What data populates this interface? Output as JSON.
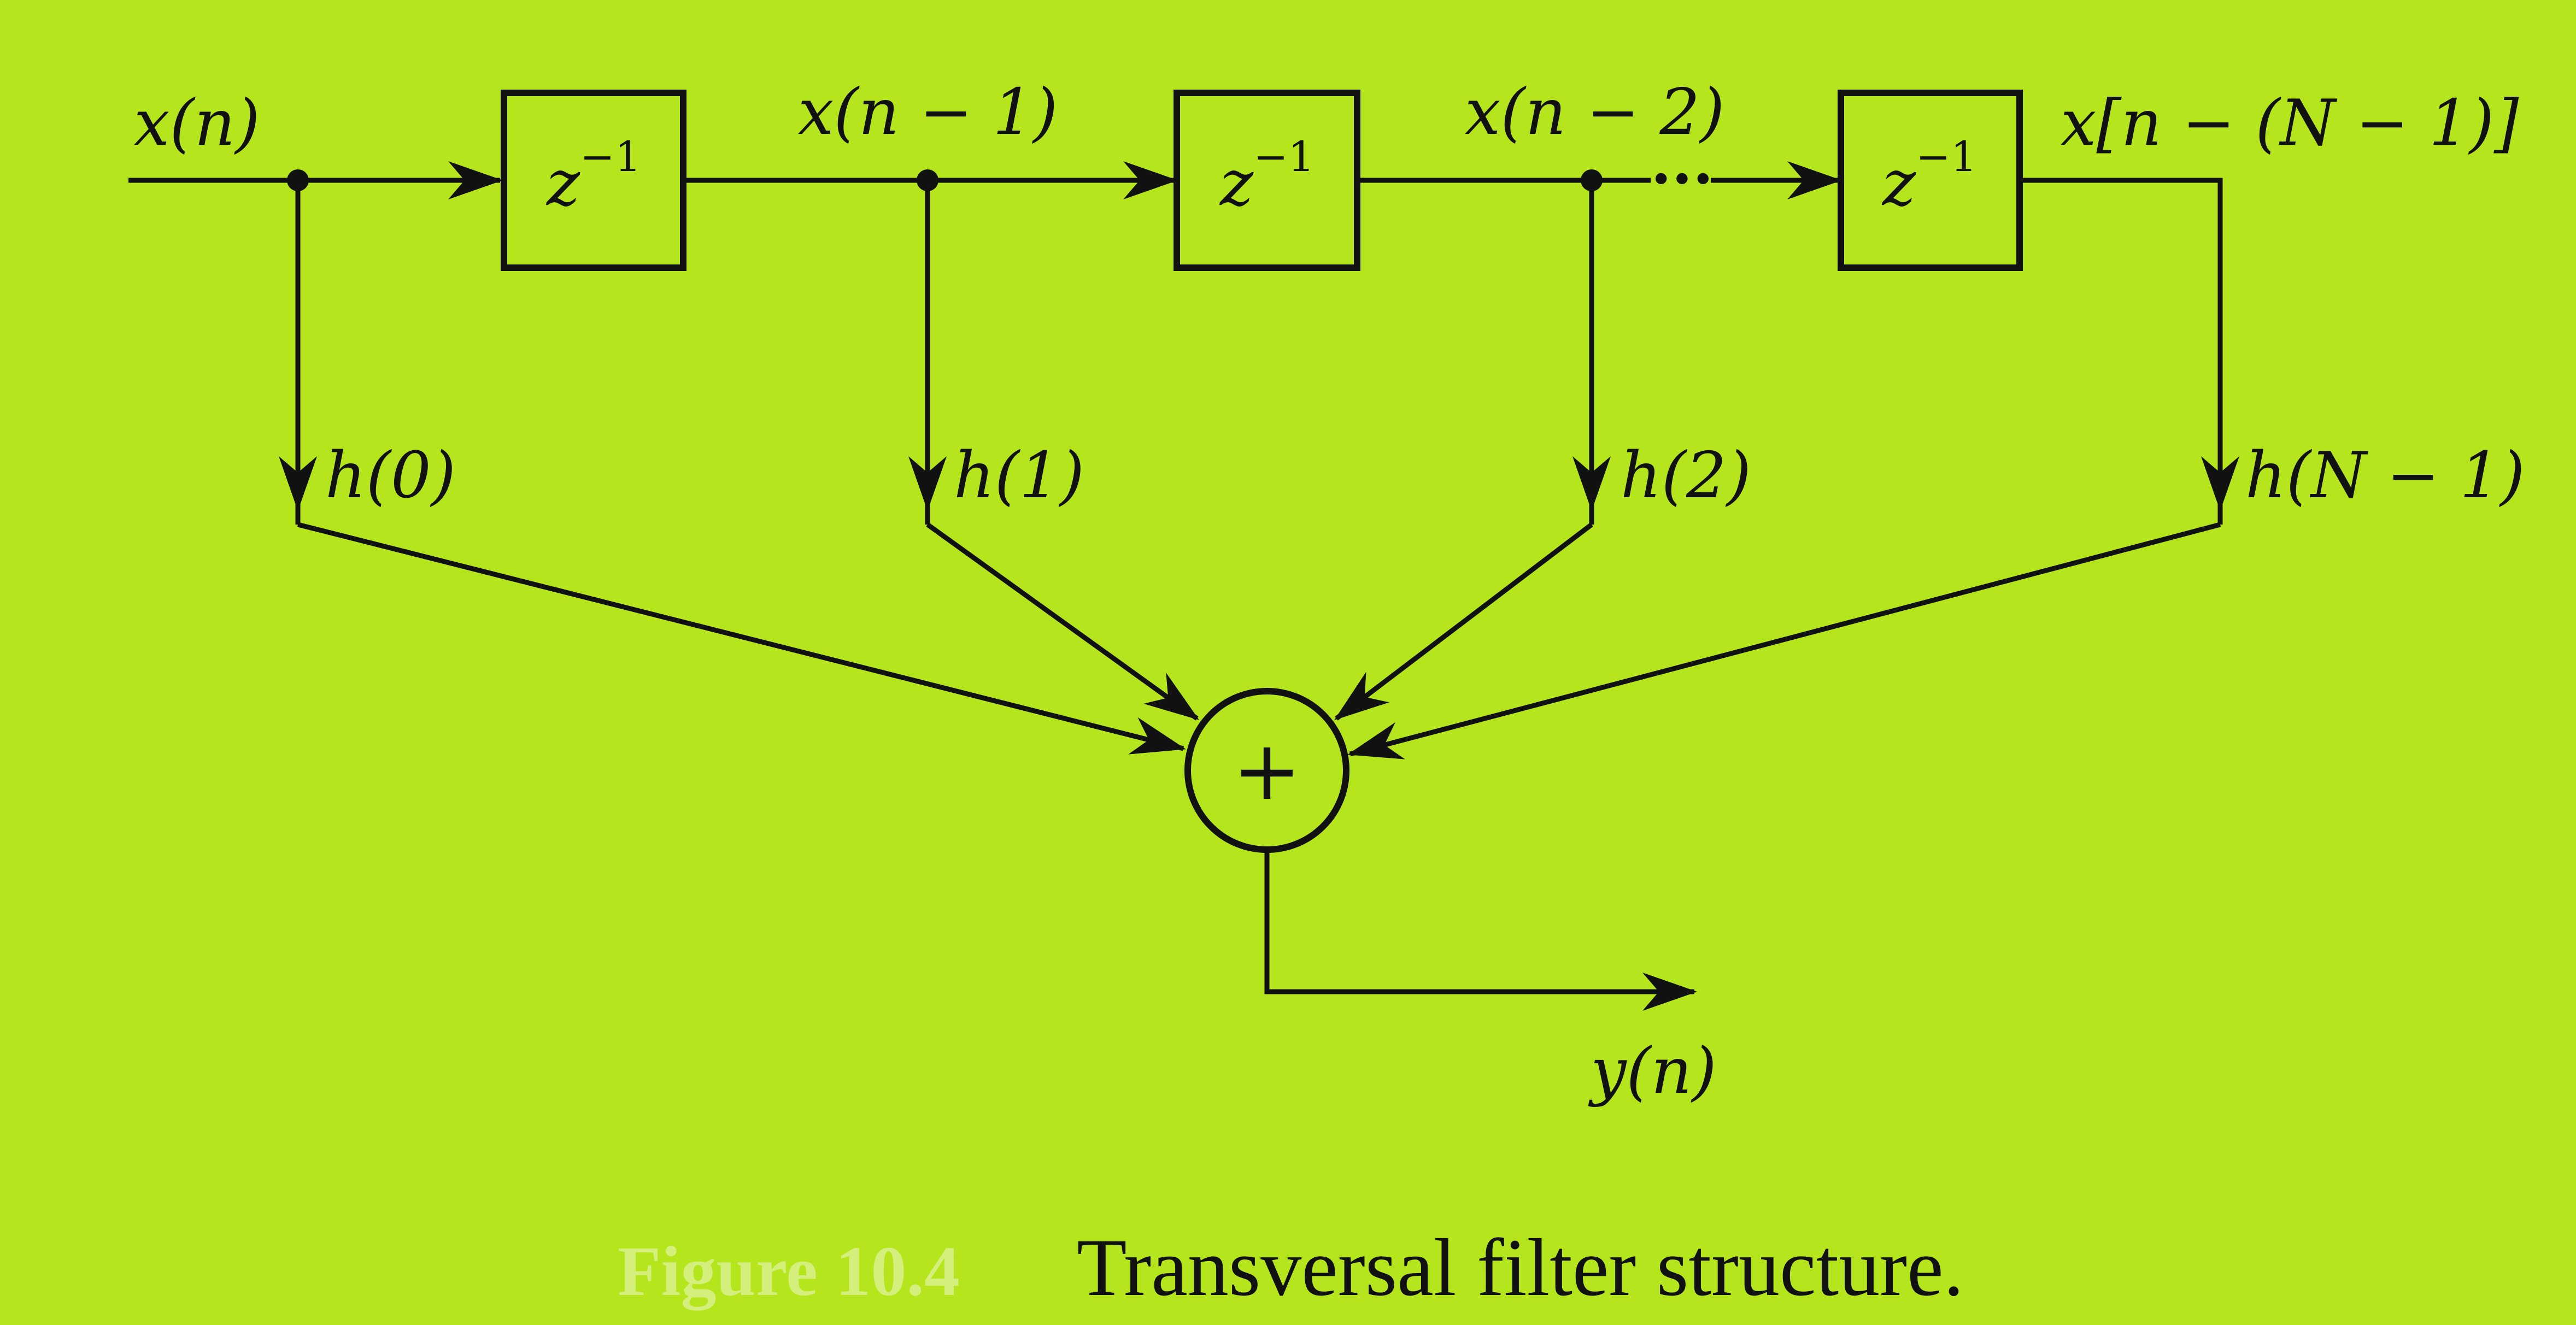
{
  "colors": {
    "background": "#b5e61d",
    "ink": "#111111"
  },
  "diagram": {
    "input_label": "x(n)",
    "delay_label": "z",
    "delay_exponent": "−1",
    "tap_labels": [
      "x(n − 1)",
      "x(n − 2)",
      "x[n − (N − 1)]"
    ],
    "dots": "···",
    "coefficients": [
      "h(0)",
      "h(1)",
      "h(2)",
      "h(N − 1)"
    ],
    "adder_symbol": "+",
    "output_label": "y(n)"
  },
  "caption": {
    "number": "Figure 10.4",
    "text": "Transversal filter structure."
  }
}
